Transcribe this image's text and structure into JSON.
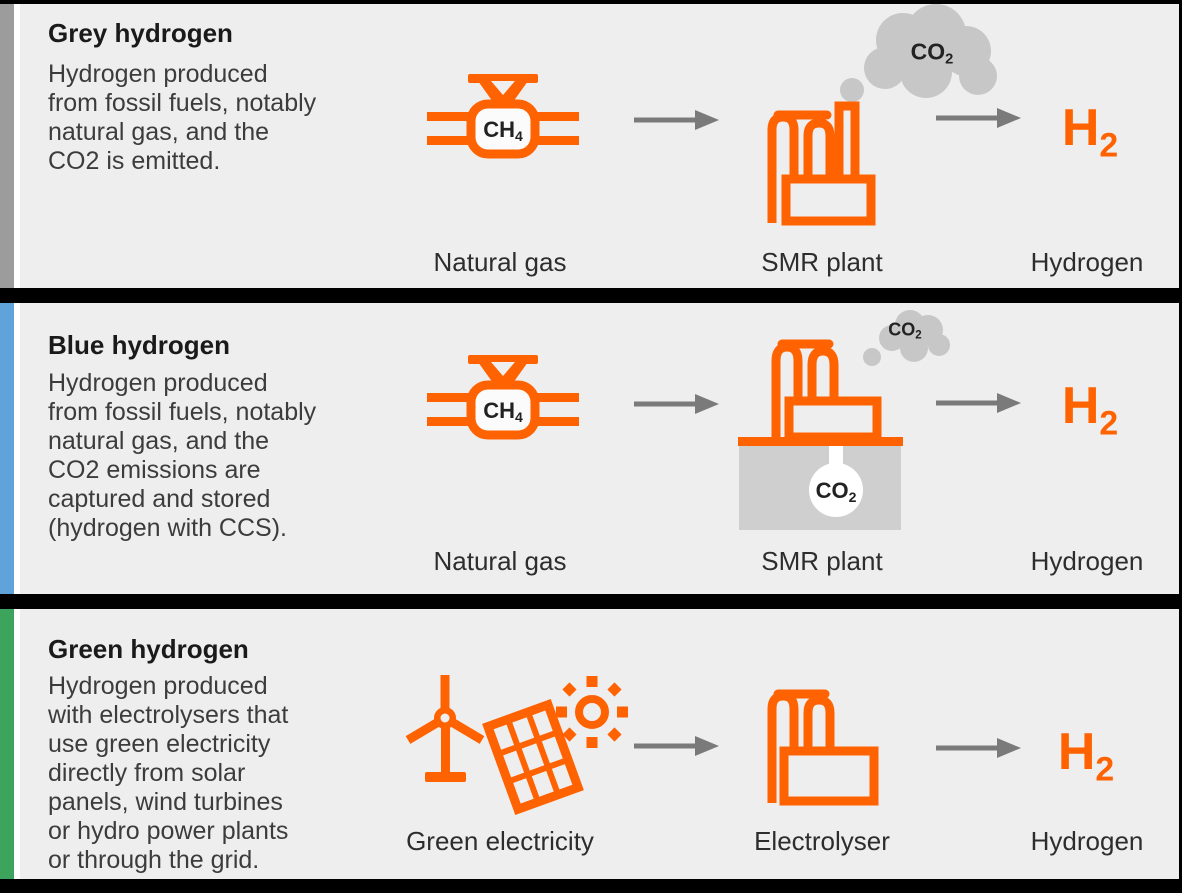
{
  "colors": {
    "orange": "#ff6200",
    "panel-bg": "#eeeeee",
    "accent-grey": "#9c9c9c",
    "accent-blue": "#5fa3da",
    "accent-green": "#3da45c",
    "arrow-grey": "#7a7a7a",
    "cloud-grey": "#c7c7c7",
    "underground-grey": "#cfcfcf",
    "title-text": "#1a1a1a",
    "body-text": "#3c3c3c",
    "label-text": "#2d2d2d",
    "molecule-text": "#222222"
  },
  "icons": {
    "gas-valve-icon": "orange outlined pipeline valve with CH4 label",
    "smr-plant-icon": "orange outlined steam-methane-reforming plant with chimney",
    "smr-ccs-plant-icon": "orange plant on ground line with CO2 stored underground",
    "electrolyser-icon": "orange outlined electrolyser plant",
    "co2-cloud-icon": "grey emission cloud",
    "co2-storage-icon": "white flask holding CO2 under ground",
    "arrow-right-icon": "grey process arrow",
    "wind-turbine-icon": "orange wind turbine",
    "solar-panel-icon": "orange tilted solar panel",
    "sun-icon": "orange sun with rays"
  },
  "panels": [
    {
      "title": "Grey hydrogen",
      "description": "Hydrogen produced\nfrom fossil fuels, notably\nnatural gas, and the\nCO2 is emitted.",
      "molecule": {
        "base": "CH",
        "sub": "4"
      },
      "co2_cloud": {
        "base": "CO",
        "sub": "2"
      },
      "h2": {
        "base": "H",
        "sub": "2"
      },
      "source_label": "Natural gas",
      "plant_label": "SMR plant",
      "output_label": "Hydrogen"
    },
    {
      "title": "Blue hydrogen",
      "description": "Hydrogen produced\nfrom fossil fuels, notably\nnatural gas, and the\nCO2 emissions are\ncaptured and stored\n(hydrogen with CCS).",
      "molecule": {
        "base": "CH",
        "sub": "4"
      },
      "co2_cloud": {
        "base": "CO",
        "sub": "2"
      },
      "co2_stored": {
        "base": "CO",
        "sub": "2"
      },
      "h2": {
        "base": "H",
        "sub": "2"
      },
      "source_label": "Natural gas",
      "plant_label": "SMR plant",
      "output_label": "Hydrogen"
    },
    {
      "title": "Green hydrogen",
      "description": "Hydrogen produced\nwith electrolysers that\nuse green electricity\ndirectly from solar\npanels, wind turbines\nor hydro power plants\nor through the grid.",
      "h2": {
        "base": "H",
        "sub": "2"
      },
      "source_label": "Green electricity",
      "plant_label": "Electrolyser",
      "output_label": "Hydrogen"
    }
  ]
}
